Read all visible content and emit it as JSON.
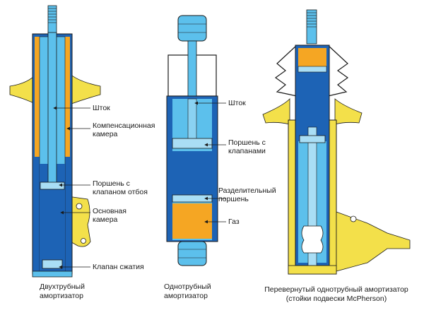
{
  "colors": {
    "blue": "#1d63b5",
    "light_blue": "#5cc0ec",
    "pale_blue": "#a9def5",
    "orange": "#f5a623",
    "yellow": "#f3e04a",
    "outline": "#1a1a1a",
    "arrow": "#1a1a1a"
  },
  "labels": {
    "twin": {
      "rod": "Шток",
      "comp_chamber": "Компенсационная\nкамера",
      "rebound_piston": "Поршень с\nклапаном отбоя",
      "main_chamber": "Основная\nкамера",
      "comp_valve": "Клапан сжатия"
    },
    "mono": {
      "rod": "Шток",
      "piston": "Поршень с\nклапанами",
      "separator": "Разделительный\nпоршень",
      "gas": "Газ"
    }
  },
  "captions": {
    "twin": "Двухтрубный\nамортизатор",
    "mono": "Однотрубный\nамортизатор",
    "inverted": "Перевернутый однотрубный амортизатор\n(стойки подвески McPherson)"
  }
}
